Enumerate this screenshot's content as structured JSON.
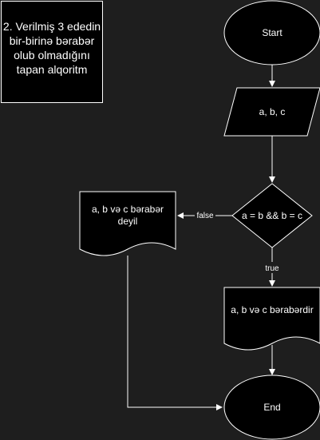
{
  "title": "2. Verilmiş 3 ededin bir-birinə bərabər olub olmadığını tapan alqoritm",
  "nodes": {
    "start": "Start",
    "input": "a, b, c",
    "condition": "a = b && b = c",
    "not_equal": "a, b və c bərabər deyil",
    "not_equal_line1": "a, b və c bərabər",
    "not_equal_line2": "deyil",
    "equal": "a, b və c bərabərdir",
    "end": "End"
  },
  "edges": {
    "false_label": "false",
    "true_label": "true"
  },
  "colors": {
    "background": "#1e1e1e",
    "shape_fill": "#000000",
    "stroke": "#ffffff",
    "text": "#ffffff"
  }
}
